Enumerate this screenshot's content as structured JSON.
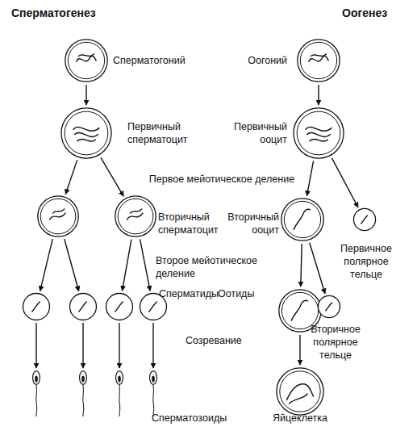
{
  "diagram": {
    "nodes": [
      {
        "text": [
          "Сперматогоний"
        ]
      },
      {
        "text": [
          "Первичный сперматоцит"
        ]
      },
      {
        "text": []
      },
      {
        "text": [
          "Вторичный сперматоцит"
        ]
      },
      {
        "text": []
      },
      {
        "text": []
      },
      {
        "text": []
      },
      {
        "text": [
          "Сперматиды"
        ]
      },
      {
        "text": []
      },
      {
        "text": []
      },
      {
        "text": []
      },
      {
        "text": [
          "Сперматозоиды"
        ]
      },
      {
        "text": [
          "Оогоний"
        ]
      },
      {
        "text": [
          "Первичный ооцит"
        ]
      },
      {
        "text": [
          "Вторичный ооцит"
        ]
      },
      {
        "text": [
          "Первичное полярное тельце"
        ]
      },
      {
        "text": [
          "Оотиды"
        ]
      },
      {
        "text": [
          "Вторичное полярное тельце"
        ]
      },
      {
        "text": [
          "Яйцеклетка"
        ]
      }
    ],
    "edges": [
      {
        "from": 0,
        "to": 1,
        "arrow": "to"
      },
      {
        "from": 1,
        "to": 2,
        "arrow": "to"
      },
      {
        "from": 1,
        "to": 3,
        "arrow": "to"
      },
      {
        "from": 2,
        "to": 4,
        "arrow": "to"
      },
      {
        "from": 2,
        "to": 5,
        "arrow": "to"
      },
      {
        "from": 3,
        "to": 6,
        "arrow": "to"
      },
      {
        "from": 3,
        "to": 7,
        "arrow": "to"
      },
      {
        "from": 4,
        "to": 8,
        "arrow": "to"
      },
      {
        "from": 5,
        "to": 9,
        "arrow": "to"
      },
      {
        "from": 6,
        "to": 10,
        "arrow": "to"
      },
      {
        "from": 7,
        "to": 11,
        "arrow": "to"
      },
      {
        "from": 12,
        "to": 13,
        "arrow": "to"
      },
      {
        "from": 13,
        "to": 14,
        "arrow": "to"
      },
      {
        "from": 13,
        "to": 15,
        "arrow": "to"
      },
      {
        "from": 14,
        "to": 16,
        "arrow": "to"
      },
      {
        "from": 14,
        "to": 17,
        "arrow": "to"
      },
      {
        "from": 16,
        "to": 18,
        "arrow": "to"
      }
    ],
    "labels": [
      "Сперматогенез",
      "Оогенез",
      "Первое мейотическое деление",
      "Второе мейотическое деление",
      "Созревание"
    ]
  }
}
